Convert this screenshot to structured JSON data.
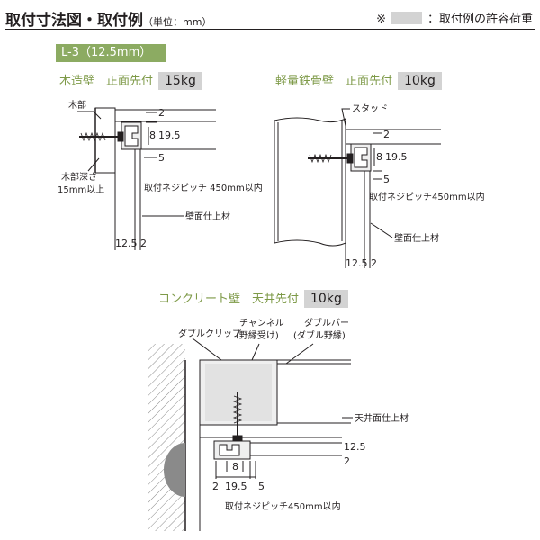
{
  "header": {
    "title": "取付寸法図・取付例",
    "unit": "（単位：mm）",
    "legend_mark": "※",
    "legend_text": "：取付例の許容荷重",
    "legend_color": "#d3d3d3"
  },
  "model_tag": {
    "label": "L-3（12.5mm）",
    "color": "#8cab62"
  },
  "wood": {
    "heading": "木造壁　正面先付",
    "load": "15kg",
    "label_wood_part": "木部",
    "label_depth_1": "木部深さ",
    "label_depth_2": "15mm以上",
    "label_screw": "取付ネジピッチ 450mm以内",
    "label_finish": "壁面仕上材",
    "dim_top": "2",
    "dim_8": "8",
    "dim_195": "19.5",
    "dim_5": "5",
    "dim_bottom": "12.5 2"
  },
  "steel": {
    "heading": "軽量鉄骨壁　正面先付",
    "load": "10kg",
    "label_stud": "スタッド",
    "label_screw": "取付ネジピッチ450mm以内",
    "label_finish": "壁面仕上材",
    "dim_top": "2",
    "dim_8": "8",
    "dim_195": "19.5",
    "dim_5": "5",
    "dim_bottom": "12.5 2"
  },
  "concrete": {
    "heading": "コンクリート壁　天井先付",
    "load": "10kg",
    "label_clip": "ダブルクリップ",
    "label_channel_1": "チャンネル",
    "label_channel_2": "(野縁受け)",
    "label_doublebar_1": "ダブルバー",
    "label_doublebar_2": "(ダブル野縁)",
    "label_ceiling": "天井面仕上材",
    "dim_125": "12.5",
    "dim_2r": "2",
    "dim_2": "2",
    "dim_8": "8",
    "dim_195": "19.5",
    "dim_5": "5",
    "label_screw": "取付ネジピッチ450mm以内"
  }
}
